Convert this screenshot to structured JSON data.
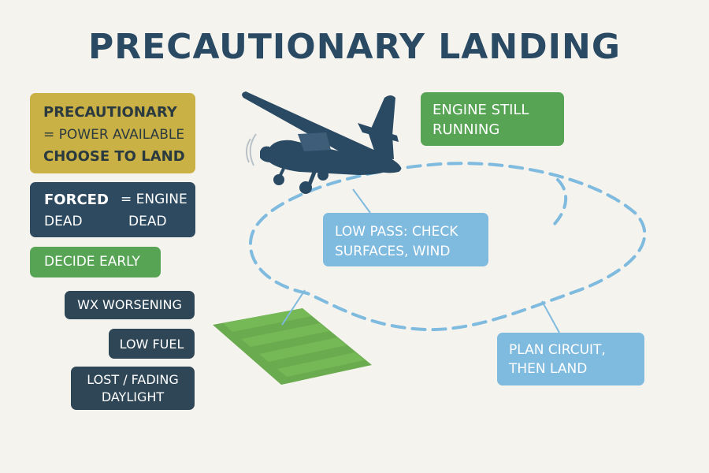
{
  "title": "PRECAUTIONARY LANDING",
  "left_boxes": {
    "precautionary": {
      "line1": "PRECAUTIONARY",
      "line2": "= POWER AVAILABLE",
      "line3": "CHOOSE TO LAND",
      "color": "#c9b145"
    },
    "forced": {
      "word1": "FORCED",
      "word2": "DEAD",
      "word3": "= ENGINE",
      "word4": "DEAD",
      "color": "#2e4a60"
    },
    "decide_early": {
      "label": "DECIDE EARLY",
      "color": "#56a454"
    },
    "wx_worsening": {
      "label": "WX WORSENING"
    },
    "low_fuel": {
      "label": "LOW FUEL"
    },
    "lost_daylight": {
      "line1": "LOST / FADING",
      "line2": "DAYLIGHT"
    }
  },
  "right_boxes": {
    "engine_running": {
      "line1": "ENGINE STILL",
      "line2": "RUNNING",
      "color": "#56a454"
    },
    "low_pass": {
      "line1": "LOW PASS: CHECK",
      "line2": "SURFACES, WIND",
      "color": "#7fbadf"
    },
    "plan_circuit": {
      "line1": "PLAN CIRCUIT,",
      "line2": "THEN LAND",
      "color": "#7fbadf"
    }
  },
  "icons": {
    "airplane": "airplane-icon",
    "field": "landing-field-icon",
    "circuit": "dashed-circuit-path"
  },
  "colors": {
    "title": "#2a4a63",
    "airplane": "#2a4a63",
    "path": "#7fbadf",
    "field": "#6aab4f"
  }
}
